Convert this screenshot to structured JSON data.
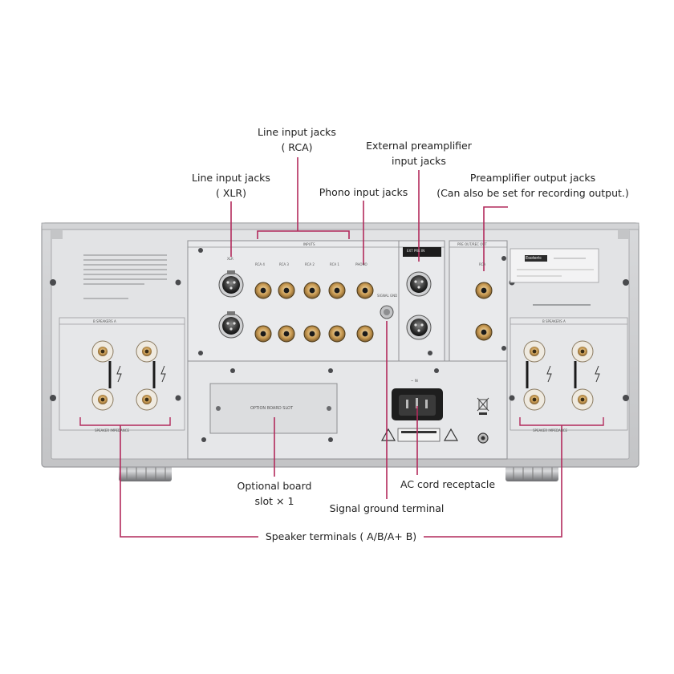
{
  "labels": {
    "line_rca": [
      "Line input jacks",
      "( RCA)"
    ],
    "line_xlr": [
      "Line input jacks",
      "( XLR)"
    ],
    "ext_preamp": [
      "External preamplifier",
      "input jacks"
    ],
    "phono": [
      "Phono input jacks"
    ],
    "preamp_out": [
      "Preamplifier output jacks",
      "(Can also be set for recording output.)"
    ],
    "option_board": [
      "Optional board",
      "slot × 1"
    ],
    "ac_cord": [
      "AC cord receptacle"
    ],
    "signal_ground": [
      "Signal ground terminal"
    ],
    "speaker": [
      "Speaker terminals ( A/B/A+ B)"
    ]
  },
  "panel": {
    "inputs": "INPUTS",
    "xlr": "XLR",
    "rca4": "RCA 4",
    "rca3": "RCA 3",
    "rca2": "RCA 2",
    "rca1": "RCA 1",
    "phono": "PHONO",
    "ext_pre": "EXT PRE IN",
    "pre_out": "PRE OUT/REC OUT",
    "rca": "RCA",
    "signal_gnd": "SIGNAL GND",
    "option_slot": "OPTION BOARD SLOT",
    "ac_in": "~ IN",
    "speakers_left": "B  SPEAKERS  A",
    "speakers_right": "B  SPEAKERS  A",
    "impedance_left": "SPEAKER IMPEDANCE",
    "impedance_right": "SPEAKER IMPEDANCE",
    "brand": "Esoteric"
  },
  "colors": {
    "leader": "#b22a5c",
    "panel": "#e4e5e7",
    "chassis": "#c9cacc"
  }
}
